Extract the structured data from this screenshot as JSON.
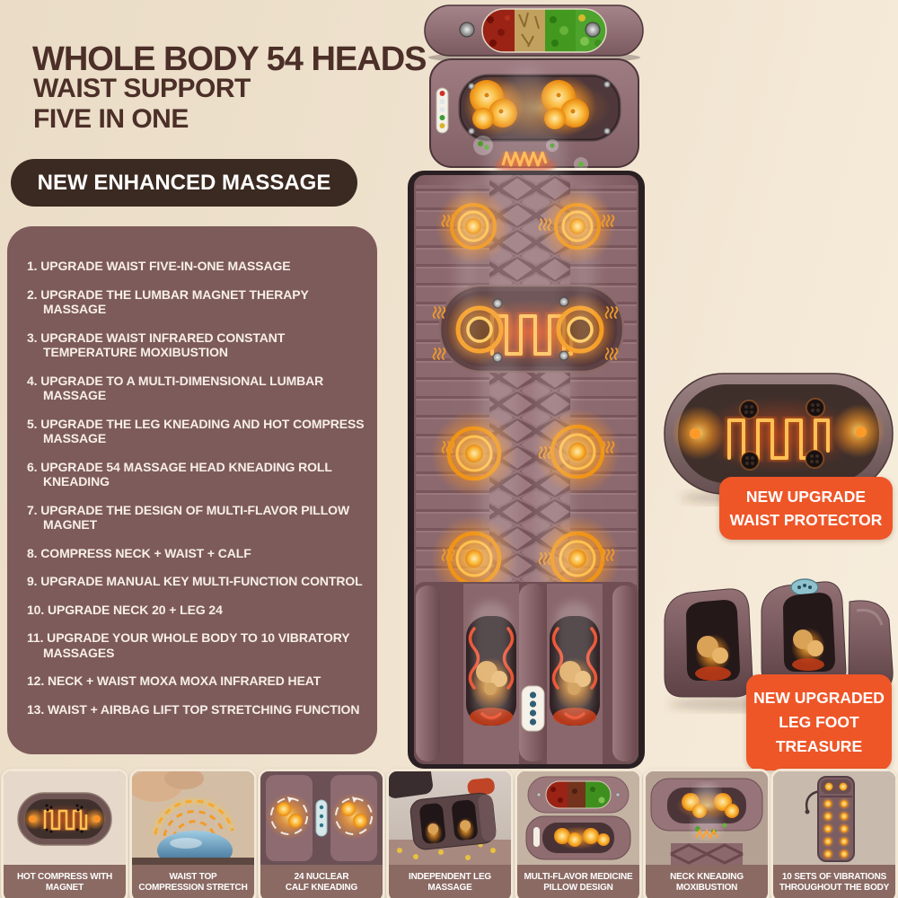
{
  "header": {
    "title": "WHOLE BODY 54 HEADS",
    "subtitle_line1": "WAIST SUPPORT",
    "subtitle_line2": "FIVE IN ONE",
    "badge": "NEW ENHANCED MASSAGE"
  },
  "features": [
    "1. UPGRADE WAIST FIVE-IN-ONE MASSAGE",
    "2. UPGRADE THE LUMBAR MAGNET THERAPY MASSAGE",
    "3. UPGRADE WAIST INFRARED CONSTANT TEMPERATURE MOXIBUSTION",
    "4. UPGRADE TO A MULTI-DIMENSIONAL LUMBAR MASSAGE",
    "5. UPGRADE THE LEG KNEADING AND HOT COMPRESS MASSAGE",
    "6. UPGRADE 54 MASSAGE HEAD KNEADING ROLL KNEADING",
    "7. UPGRADE THE DESIGN OF MULTI-FLAVOR PILLOW MAGNET",
    "8. COMPRESS NECK + WAIST + CALF",
    "9. UPGRADE MANUAL KEY MULTI-FUNCTION CONTROL",
    "10. UPGRADE NECK 20 + LEG 24",
    "11. UPGRADE YOUR WHOLE BODY TO 10 VIBRATORY MASSAGES",
    "12. NECK + WAIST MOXA MOXA INFRARED HEAT",
    "13. WAIST + AIRBAG LIFT TOP STRETCHING FUNCTION"
  ],
  "callouts": {
    "waist_protector": {
      "lines": [
        "NEW UPGRADE",
        "WAIST PROTECTOR"
      ]
    },
    "leg_foot": {
      "lines": [
        "NEW UPGRADED",
        "LEG FOOT",
        "TREASURE"
      ]
    }
  },
  "thumbnails": [
    {
      "lines": [
        "HOT COMPRESS WITH",
        "MAGNET"
      ]
    },
    {
      "lines": [
        "WAIST TOP",
        "COMPRESSION STRETCH"
      ]
    },
    {
      "lines": [
        "24 NUCLEAR",
        "CALF KNEADING"
      ]
    },
    {
      "lines": [
        "INDEPENDENT LEG",
        "MASSAGE"
      ]
    },
    {
      "lines": [
        "MULTI-FLAVOR MEDICINE",
        "PILLOW DESIGN"
      ]
    },
    {
      "lines": [
        "NECK KNEADING",
        "MOXIBUSTION"
      ]
    },
    {
      "lines": [
        "10 SETS OF VIBRATIONS",
        "THROUGHOUT THE BODY"
      ]
    }
  ],
  "colors": {
    "background": "#efe2ce",
    "title_brown": "#4b2f28",
    "dark_badge": "#3b2a21",
    "feature_panel": "#7d5b5a",
    "accent_orange": "#ee5628",
    "caption_bar": "#8a6a63",
    "mat_mauve": "#8d6a6f",
    "glow_orange": "#ff9d26"
  }
}
